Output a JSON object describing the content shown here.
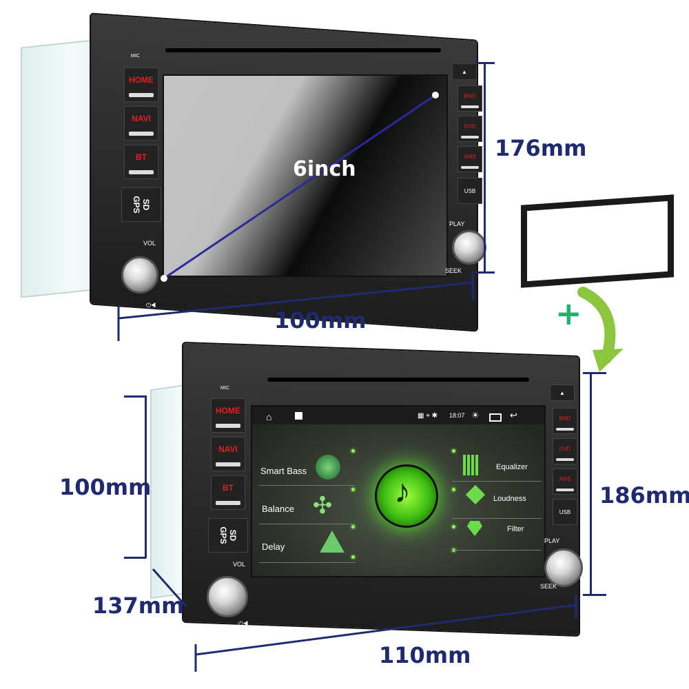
{
  "top_unit": {
    "buttons_left": [
      "HOME",
      "NAVI",
      "BT"
    ],
    "sd_label": "SD",
    "gps_label": "GPS",
    "buttons_right": [
      "BND",
      "DVD",
      "AMS",
      "USB"
    ],
    "mic_label": "MIC",
    "vol_label": "VOL",
    "play_label": "PLAY",
    "seek_label": "SEEK",
    "power_label": "⏻◀",
    "screen_size": "6inch"
  },
  "bottom_unit": {
    "buttons_left": [
      "HOME",
      "NAVI",
      "BT"
    ],
    "sd_label": "SD",
    "gps_label": "GPS",
    "buttons_right": [
      "BND",
      "DVD",
      "AMS",
      "USB"
    ],
    "mic_label": "MIC",
    "vol_label": "VOL",
    "play_label": "PLAY",
    "seek_label": "SEEK",
    "power_label": "⏻◀",
    "statusbar": {
      "time": "18:07"
    },
    "menu_left": [
      "Smart Bass",
      "Balance",
      "Delay"
    ],
    "menu_right": [
      "Equalizer",
      "Loudness",
      "Filter"
    ]
  },
  "dimensions": {
    "top_height": "176mm",
    "top_width": "100mm",
    "bottom_height_left": "100mm",
    "bottom_depth": "137mm",
    "bottom_height_right": "186mm",
    "bottom_width": "110mm"
  },
  "plus_sign": "+"
}
